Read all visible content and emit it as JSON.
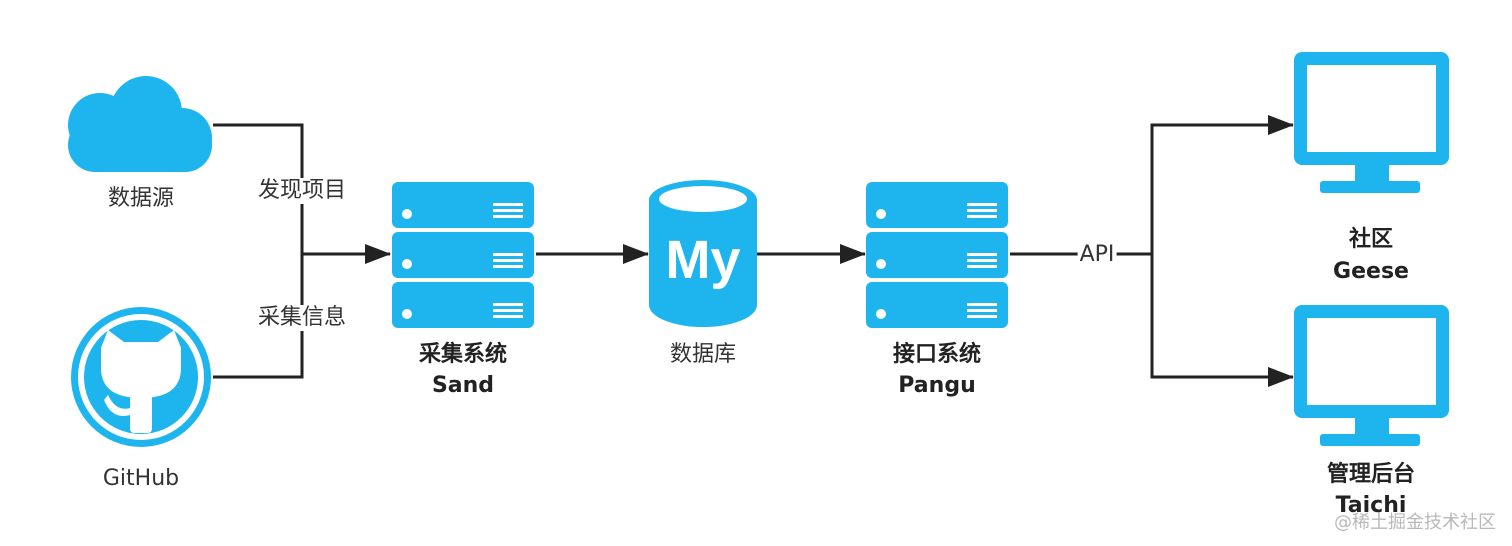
{
  "colors": {
    "accent": "#1eb5ef",
    "line": "#222222",
    "text": "#333333"
  },
  "nodes": {
    "data_source": {
      "label": "数据源",
      "icon": "cloud-icon"
    },
    "github": {
      "label": "GitHub",
      "icon": "github-octocat-icon"
    },
    "sand": {
      "title": "采集系统",
      "subtitle": "Sand",
      "icon": "server-stack-icon"
    },
    "database": {
      "label": "数据库",
      "icon": "mysql-database-icon",
      "icon_text": "My"
    },
    "pangu": {
      "title": "接口系统",
      "subtitle": "Pangu",
      "icon": "server-stack-icon"
    },
    "geese": {
      "title": "社区",
      "subtitle": "Geese",
      "icon": "monitor-icon"
    },
    "taichi": {
      "title": "管理后台",
      "subtitle": "Taichi",
      "icon": "monitor-icon"
    }
  },
  "edge_labels": {
    "discover": "发现项目",
    "collect": "采集信息",
    "api": "API"
  },
  "watermark": "@稀土掘金技术社区"
}
